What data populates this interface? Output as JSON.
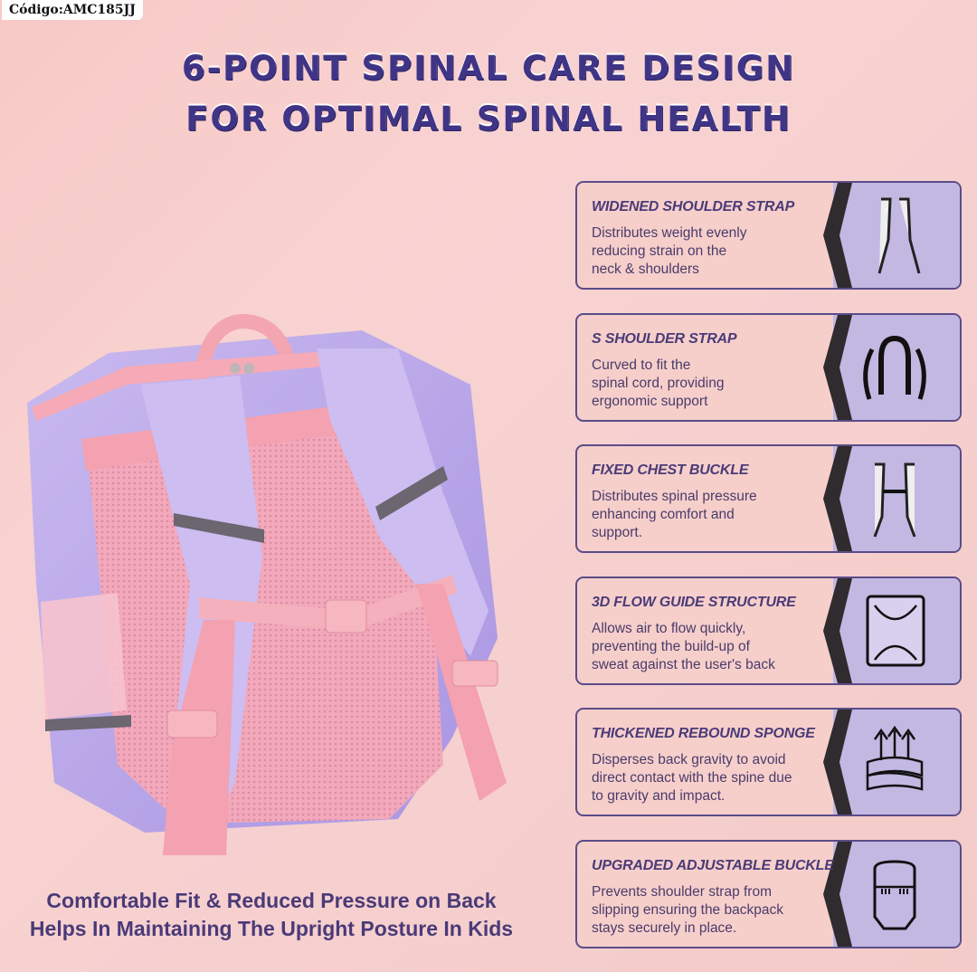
{
  "code_tag": "Código:AMC185JJ",
  "headline": {
    "line1": "6-POINT SPINAL CARE DESIGN",
    "line2": "FOR OPTIMAL SPINAL HEALTH"
  },
  "caption": {
    "line1": "Comfortable Fit & Reduced Pressure on Back",
    "line2": "Helps In Maintaining The Upright Posture In Kids"
  },
  "colors": {
    "headline": "#3f3486",
    "card_left": "#f6cfcb",
    "card_right": "#c2b8e2",
    "card_border": "#5a4c88",
    "divider": "#2f2b2e",
    "background": "#f7cfcd"
  },
  "product_image": "backpack-rear-view",
  "features": [
    {
      "title": "WIDENED SHOULDER STRAP",
      "lines": [
        "Distributes weight evenly",
        "reducing strain on the",
        "neck & shoulders"
      ],
      "icon": "shoulder-straps-icon"
    },
    {
      "title": "S SHOULDER STRAP",
      "lines": [
        "Curved to fit the",
        "spinal cord, providing",
        "ergonomic support"
      ],
      "icon": "s-curve-strap-icon"
    },
    {
      "title": "FIXED CHEST BUCKLE",
      "lines": [
        "Distributes spinal pressure",
        "enhancing comfort and",
        "support."
      ],
      "icon": "chest-buckle-icon"
    },
    {
      "title": "3D FLOW GUIDE STRUCTURE",
      "lines": [
        "Allows air to flow quickly,",
        "preventing the build-up of",
        "sweat against the user's back"
      ],
      "icon": "airflow-panel-icon"
    },
    {
      "title": "THICKENED REBOUND SPONGE",
      "lines": [
        "Disperses back gravity to avoid",
        "direct contact with the spine due",
        "to gravity and impact."
      ],
      "icon": "sponge-layers-icon"
    },
    {
      "title": "UPGRADED ADJUSTABLE BUCKLE",
      "lines": [
        "Prevents shoulder strap from",
        "slipping ensuring the backpack",
        "stays securely in place."
      ],
      "icon": "adjustable-buckle-icon"
    }
  ]
}
